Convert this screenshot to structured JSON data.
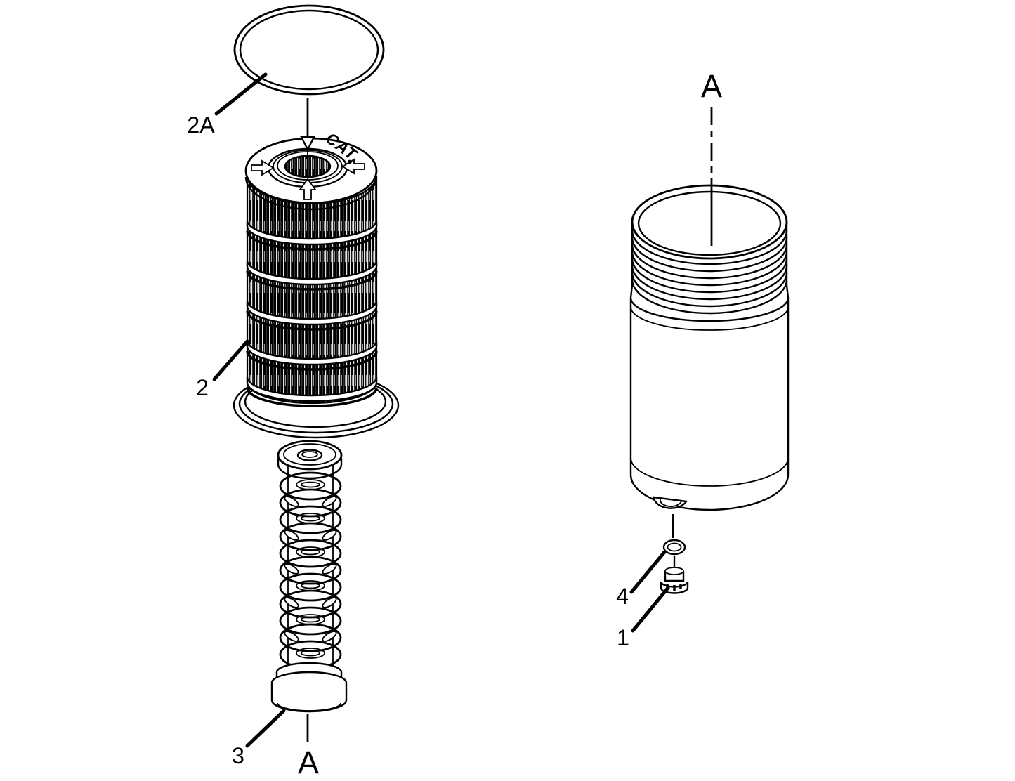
{
  "colors": {
    "background": "#ffffff",
    "line": "#000000"
  },
  "callouts": {
    "oring_large_label": "2A",
    "filter_element_label": "2",
    "spring_tube_label": "3",
    "seal_small_label": "4",
    "drain_plug_label": "1",
    "datum_left": "A",
    "datum_right": "A"
  },
  "branding": {
    "filter_top_logo": "CAT"
  }
}
